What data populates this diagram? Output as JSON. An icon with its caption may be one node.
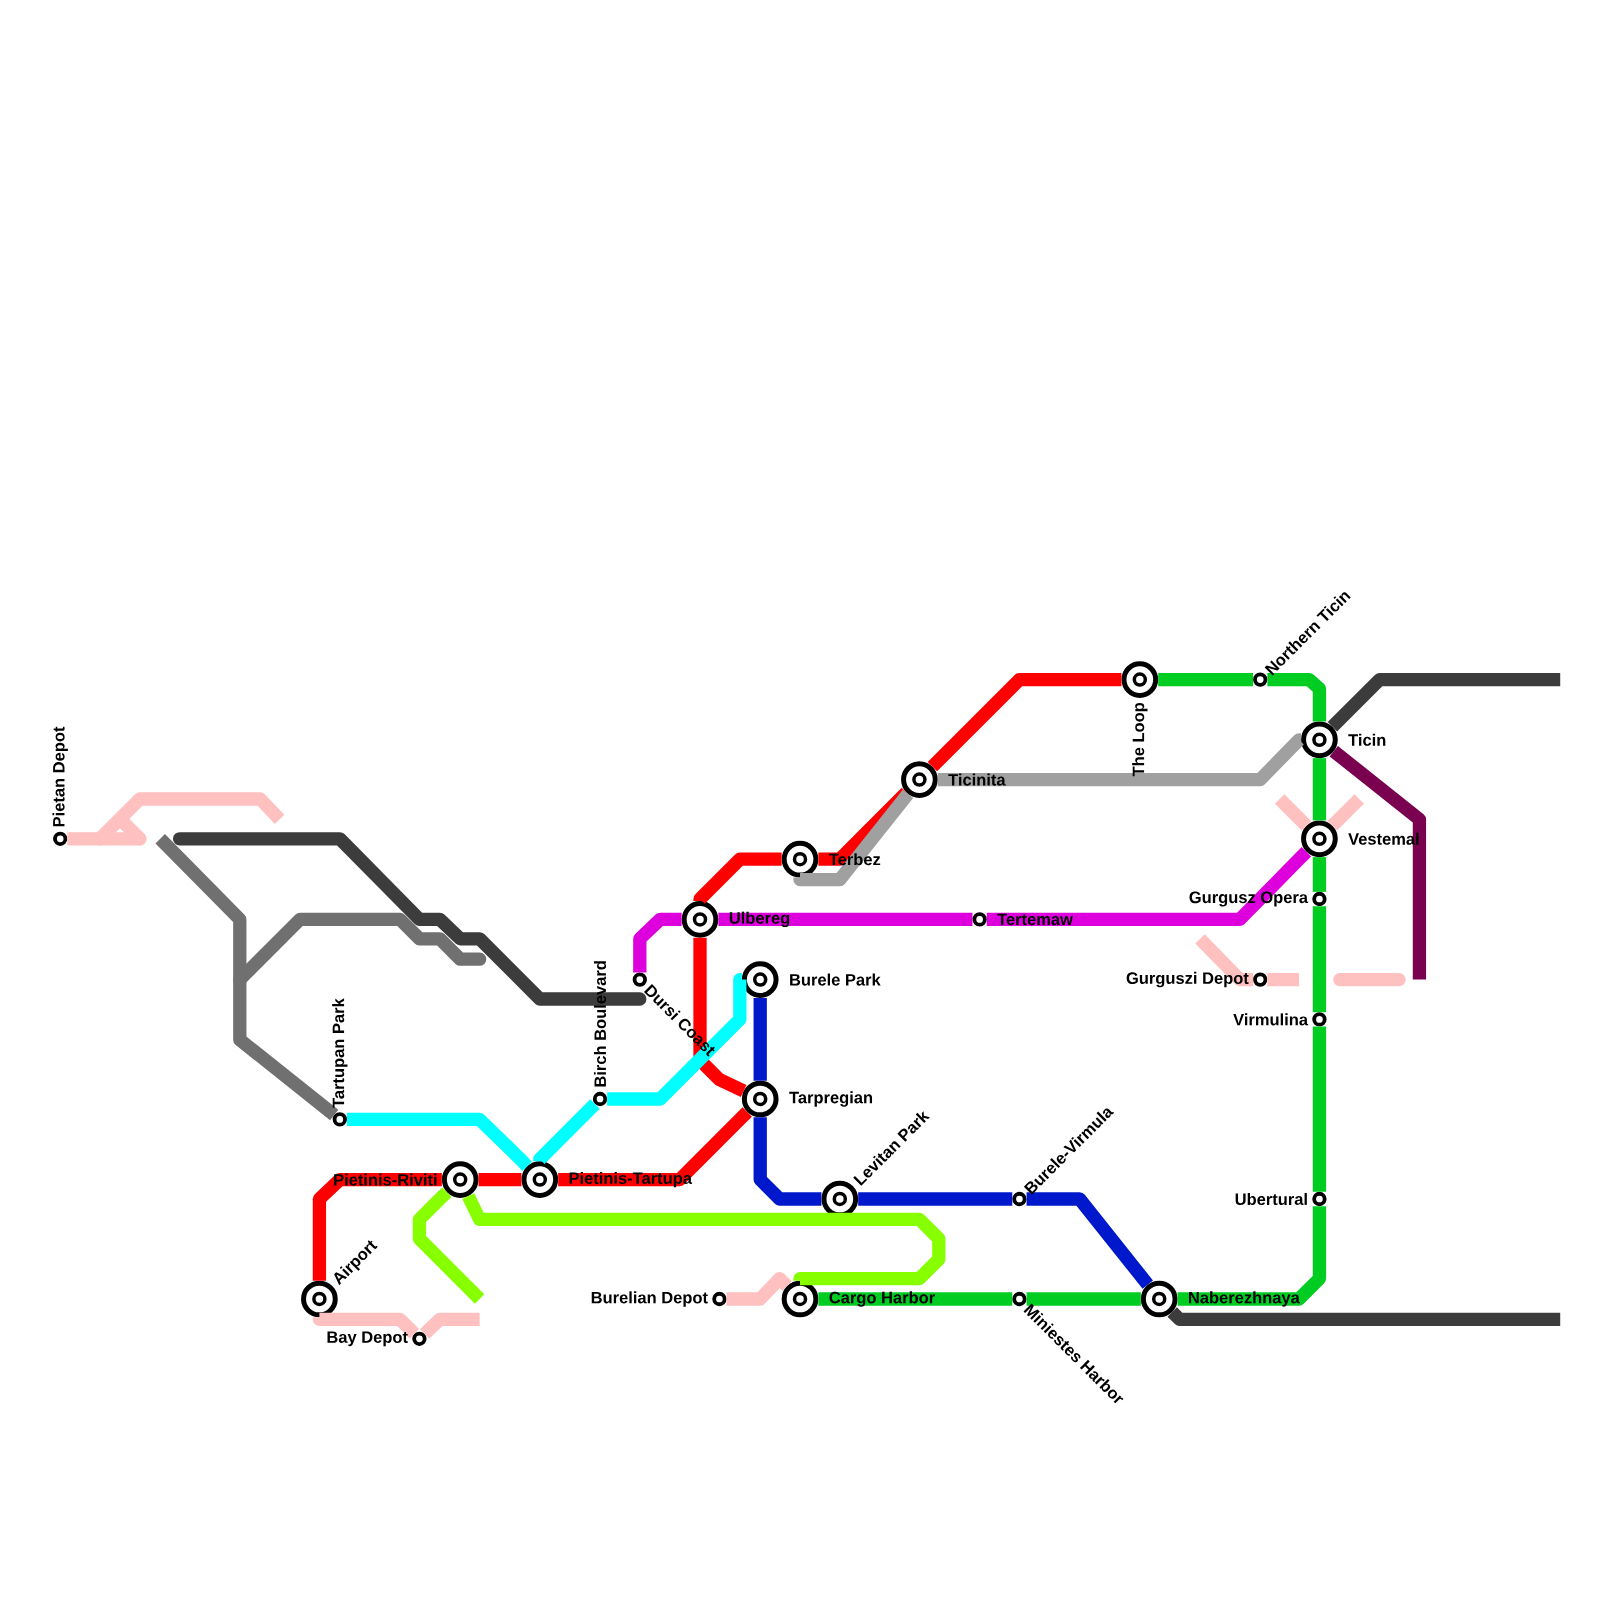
{
  "diagram": {
    "nodes": [
      {
        "text": [
          "Pietan Depot"
        ]
      },
      {
        "text": [
          "Tartupan Park"
        ]
      },
      {
        "text": [
          "Pietinis-Riviti"
        ]
      },
      {
        "text": [
          "Pietinis-Tartupa"
        ]
      },
      {
        "text": [
          "Airport"
        ]
      },
      {
        "text": [
          "Bay Depot"
        ]
      },
      {
        "text": [
          "Birch Boulevard"
        ]
      },
      {
        "text": [
          "Dursi Coast"
        ]
      },
      {
        "text": [
          "Ulbereg"
        ]
      },
      {
        "text": [
          "Burele Park"
        ]
      },
      {
        "text": [
          "Tarpregian"
        ]
      },
      {
        "text": [
          "Terbez"
        ]
      },
      {
        "text": [
          "Ticinita"
        ]
      },
      {
        "text": [
          "Levitan Park"
        ]
      },
      {
        "text": [
          "Tertemaw"
        ]
      },
      {
        "text": [
          "Burele-Virmula"
        ]
      },
      {
        "text": [
          "Burelian Depot"
        ]
      },
      {
        "text": [
          "Cargo Harbor"
        ]
      },
      {
        "text": [
          "Miniestes Harbor"
        ]
      },
      {
        "text": [
          "The Loop"
        ]
      },
      {
        "text": [
          "Northern Ticin"
        ]
      },
      {
        "text": [
          "Ticin"
        ]
      },
      {
        "text": [
          "Vestemal"
        ]
      },
      {
        "text": [
          "Gurgusz Opera"
        ]
      },
      {
        "text": [
          "Gurguszi Depot"
        ]
      },
      {
        "text": [
          "Virmulina"
        ]
      },
      {
        "text": [
          "Ubertural"
        ]
      },
      {
        "text": [
          "Naberezhnaya"
        ]
      }
    ],
    "edges": [
      {
        "from": 4,
        "to": 2,
        "arrow": "none",
        "color": "#ff0000"
      },
      {
        "from": 2,
        "to": 3,
        "arrow": "none",
        "color": "#ff0000"
      },
      {
        "from": 3,
        "to": 10,
        "arrow": "none",
        "color": "#ff0000"
      },
      {
        "from": 10,
        "to": 8,
        "arrow": "none",
        "color": "#ff0000"
      },
      {
        "from": 8,
        "to": 11,
        "arrow": "none",
        "color": "#ff0000"
      },
      {
        "from": 11,
        "to": 12,
        "arrow": "none",
        "color": "#ff0000"
      },
      {
        "from": 12,
        "to": 19,
        "arrow": "none",
        "color": "#ff0000"
      },
      {
        "from": 1,
        "to": 3,
        "arrow": "none",
        "color": "#00ffff"
      },
      {
        "from": 3,
        "to": 6,
        "arrow": "none",
        "color": "#00ffff"
      },
      {
        "from": 6,
        "to": 9,
        "arrow": "none",
        "color": "#00ffff"
      },
      {
        "from": 9,
        "to": 10,
        "arrow": "none",
        "color": "#0018cc"
      },
      {
        "from": 10,
        "to": 13,
        "arrow": "none",
        "color": "#0018cc"
      },
      {
        "from": 13,
        "to": 15,
        "arrow": "none",
        "color": "#0018cc"
      },
      {
        "from": 15,
        "to": 27,
        "arrow": "none",
        "color": "#0018cc"
      },
      {
        "from": 7,
        "to": 8,
        "arrow": "none",
        "color": "#dd00dd"
      },
      {
        "from": 8,
        "to": 14,
        "arrow": "none",
        "color": "#dd00dd"
      },
      {
        "from": 14,
        "to": 22,
        "arrow": "none",
        "color": "#dd00dd"
      },
      {
        "from": 17,
        "to": 18,
        "arrow": "none",
        "color": "#00cc22"
      },
      {
        "from": 18,
        "to": 27,
        "arrow": "none",
        "color": "#00cc22"
      },
      {
        "from": 27,
        "to": 26,
        "arrow": "none",
        "color": "#00cc22"
      },
      {
        "from": 26,
        "to": 25,
        "arrow": "none",
        "color": "#00cc22"
      },
      {
        "from": 25,
        "to": 23,
        "arrow": "none",
        "color": "#00cc22"
      },
      {
        "from": 23,
        "to": 22,
        "arrow": "none",
        "color": "#00cc22"
      },
      {
        "from": 22,
        "to": 21,
        "arrow": "none",
        "color": "#00cc22"
      },
      {
        "from": 21,
        "to": 20,
        "arrow": "none",
        "color": "#00cc22"
      },
      {
        "from": 20,
        "to": 19,
        "arrow": "none",
        "color": "#00cc22"
      },
      {
        "from": 2,
        "to": 17,
        "arrow": "none",
        "color": "#88ff00"
      },
      {
        "from": 2,
        "to": null,
        "arrow": "none",
        "color": "#88ff00"
      },
      {
        "from": 11,
        "to": 12,
        "arrow": "none",
        "color": "#a0a0a0"
      },
      {
        "from": 12,
        "to": 21,
        "arrow": "none",
        "color": "#a0a0a0"
      },
      {
        "from": 21,
        "to": null,
        "arrow": "none",
        "color": "#3c3c3c"
      },
      {
        "from": 27,
        "to": null,
        "arrow": "none",
        "color": "#3c3c3c"
      },
      {
        "from": 21,
        "to": null,
        "arrow": "none",
        "color": "#7a0050"
      },
      {
        "from": 1,
        "to": null,
        "arrow": "none",
        "color": "#707070"
      },
      {
        "from": 0,
        "to": null,
        "arrow": "none",
        "color": "#ffc0c0"
      },
      {
        "from": 4,
        "to": 5,
        "arrow": "none",
        "color": "#ffc0c0"
      },
      {
        "from": 5,
        "to": null,
        "arrow": "none",
        "color": "#ffc0c0"
      },
      {
        "from": 16,
        "to": 17,
        "arrow": "none",
        "color": "#ffc0c0"
      },
      {
        "from": 22,
        "to": null,
        "arrow": "none",
        "color": "#ffc0c0"
      },
      {
        "from": 22,
        "to": null,
        "arrow": "none",
        "color": "#ffc0c0"
      },
      {
        "from": 24,
        "to": null,
        "arrow": "none",
        "color": "#ffc0c0"
      },
      {
        "from": 24,
        "to": null,
        "arrow": "none",
        "color": "#ffc0c0"
      }
    ]
  }
}
